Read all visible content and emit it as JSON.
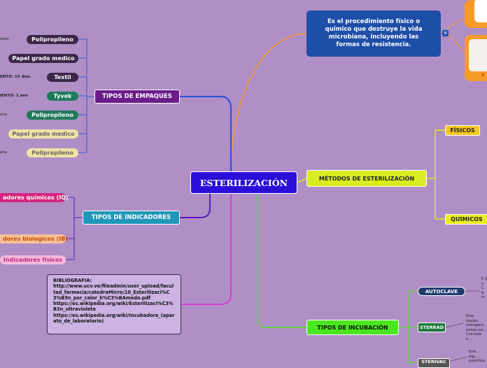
{
  "root": {
    "label": "ESTERILIZACIÓN"
  },
  "definition": {
    "text": "Es el procedimiento físico o químico que destruye la vida microbiana, incluyendo las formas de resistencia."
  },
  "empaques": {
    "label": "TIPOS DE EMPAQUES",
    "items": [
      "Polipropileno",
      "Papel grado medico",
      "Textil",
      "Tyvek",
      "Polipropileno",
      "Papel grado medico",
      "Polipropileno"
    ],
    "notes": [
      "eses",
      "ENTO: 15 días",
      "IENTO: 1 año",
      "año",
      "año"
    ]
  },
  "indicadores": {
    "label": "TIPOS DE INDICADORES",
    "items": [
      "adores químicos (IQ)",
      "dores biologicos (IB)",
      "Indicadores físicos"
    ]
  },
  "metodos": {
    "label": "MÉTODOS DE ESTERILIZACIÓN",
    "items": [
      "FÍSICOS",
      "QUÍMICOS"
    ]
  },
  "incubacion": {
    "label": "TIPOS DE INCUBACIÓN",
    "items": [
      "AUTOCLAVE",
      "STERRAD",
      "STERIVAC"
    ],
    "notes": [
      "Este equipo... hidrógeno... entres los... Con este e... materiales... papel. El e...",
      "Este equ... esteriliza... tres hora..."
    ]
  },
  "bibliografia": {
    "title": "BIBLIOGRAFIA:",
    "links": [
      "http://www.ucv.ve/fileadmin/user_upload/facultad_farmacia/catedraMicro/10_Esterilizaci%C3%B3n_por_calor_h%C3%BAmedo.pdf",
      "https://es.wikipedia.org/wiki/Esterilizaci%C3%B3n_ultravioleta",
      "https://es.wikipedia.org/wiki/Incubadora_(aparato_de_laboratorio)"
    ]
  },
  "colors": {
    "background": "#b08fc6",
    "root": "#2a0fd8",
    "empaques": "#6a1c8a",
    "indicadores": "#1f97b8",
    "metodos": "#d9ec22",
    "incubacion": "#4ae61e"
  }
}
